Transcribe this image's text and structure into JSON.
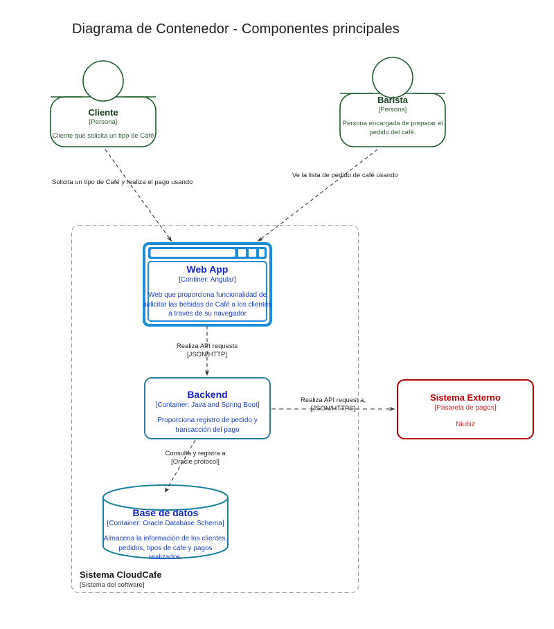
{
  "title": "Diagrama de Contenedor - Componentes principales",
  "colors": {
    "person_stroke": "#1d5c28",
    "person_text": "#14401c",
    "container_stroke": "#1a8cd8",
    "container_stroke_alt": "#2a7c9e",
    "container_text": "#1022cc",
    "external_stroke": "#b30000",
    "external_text": "#c20000",
    "boundary_stroke": "#999999",
    "edge_stroke": "#444444",
    "background": "#ffffff"
  },
  "boundary": {
    "name": "Sistema CloudCafe",
    "tech": "[Sistema del software]"
  },
  "nodes": {
    "cliente": {
      "name": "Cliente",
      "tech": "[Persona]",
      "desc": "Cliente que solicita un tipo de Café"
    },
    "barista": {
      "name": "Barista",
      "tech": "[Persona]",
      "desc": "Persona encargada de preparar el pedido del café."
    },
    "webapp": {
      "name": "Web App",
      "tech": "[Continer: Angular]",
      "desc": "Web que proporciona funcionalidad de solicitar las bebidas de Café a los clientes a través de su navegador"
    },
    "backend": {
      "name": "Backend",
      "tech": "[Container: Java and Spring Boot]",
      "desc": "Proporciona registro de pedido y transacción del pago"
    },
    "database": {
      "name": "Base de datos",
      "tech": "[Container: Oracle Database Schema]",
      "desc": "Almacena la información de los clientes, pedidos, tipos de cafe y pagos realizados."
    },
    "sistema_externo": {
      "name": "Sistema Externo",
      "tech": "[Pasarela de pagos]",
      "desc": "Niubiz"
    }
  },
  "edges": [
    {
      "id": "cliente-webapp",
      "from": "cliente",
      "to": "webapp",
      "label": "Solicita un tipo de Café y realiza el pago usando",
      "protocol": ""
    },
    {
      "id": "barista-webapp",
      "from": "barista",
      "to": "webapp",
      "label": "Ve la lista de pedido de café usando",
      "protocol": ""
    },
    {
      "id": "webapp-backend",
      "from": "webapp",
      "to": "backend",
      "label": "Realiza API requests",
      "protocol": "[JSON/HTTP]"
    },
    {
      "id": "backend-database",
      "from": "backend",
      "to": "database",
      "label": "Consulta y registra a",
      "protocol": "[Oracle protocol]"
    },
    {
      "id": "backend-externo",
      "from": "backend",
      "to": "sistema_externo",
      "label": "Realiza API request a,",
      "protocol": "[JSON/HTTPS]"
    }
  ]
}
